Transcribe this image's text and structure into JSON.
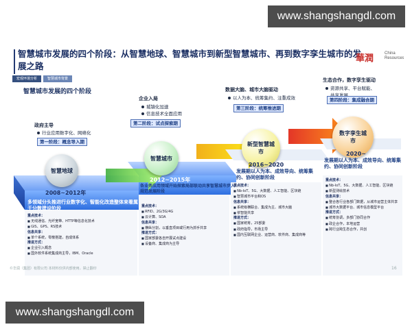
{
  "watermark": {
    "top": "www.shangshangdl.com",
    "bottom": "www.shangshangdl.com"
  },
  "slide": {
    "title": "智慧城市发展的四个阶段：从智慧地球、智慧城市到新型智慧城市、再到数字孪生城市的发展之路",
    "logo": {
      "mark": "華潤",
      "sub": "China Resources"
    },
    "breadcrumb": [
      "宏观环境分析",
      "智慧城市背景"
    ],
    "subtitle": "智慧城市发展的四个阶段",
    "stages": [
      {
        "intro_title": "政府主导",
        "intro_items": [
          "行业应用数字化、网络化"
        ],
        "label": "第一阶段：概念导入期",
        "circle": "智慧地球",
        "period": "2008~2012年",
        "summary": "多领域分头推进行业数字化、智能化改造整体来看属于分散建设阶段",
        "detail": [
          {
            "h": "重点技术："
          },
          {
            "i": "无线通信、光纤宽带、HTTP等信息化技术"
          },
          {
            "i": "GIS、GPS、RS技术"
          },
          {
            "h": "信息共享："
          },
          {
            "i": "单个系统，零散搭建，自成体系"
          },
          {
            "h": "推进方式："
          },
          {
            "i": "企业引入概念"
          },
          {
            "i": "国外软件系统集成商主导，IBM、Oracle"
          }
        ]
      },
      {
        "intro_title": "企业入局",
        "intro_items": [
          "城镇化加速",
          "信息技术全面应用"
        ],
        "label": "第二阶段：试点探索期",
        "circle": "智慧城市",
        "period": "2012~2015年",
        "summary": "各业务应用领域开始探索局部联动共享智慧城市步入规范发展阶段",
        "detail": [
          {
            "h": "重点技术："
          },
          {
            "i": "RFID、2G/3G/4G"
          },
          {
            "i": "云计算、SOA"
          },
          {
            "h": "信息共享："
          },
          {
            "i": "横纵分割，以垂直项目或行用为抓手共享"
          },
          {
            "h": "推进方式："
          },
          {
            "i": "国家部委各自开展试点建设"
          },
          {
            "i": "设备商、集成商为主导"
          }
        ]
      },
      {
        "intro_title": "数据大脑、城市大脑驱动",
        "intro_items": [
          "以人为本、统筹集约、注重成效"
        ],
        "label": "第三阶段：统筹推进期",
        "circle": "新型智慧城市",
        "period": "2016~2020",
        "summary": "发展期以人为本、成效导向、统筹集约、协同创新阶段",
        "detail": [
          {
            "h": "重点技术："
          },
          {
            "i": "Nb-IoT、5G、大数据、人工智能、区块链"
          },
          {
            "i": "智慧城市平台和OS"
          },
          {
            "h": "信息共享："
          },
          {
            "i": "系统级横联合、集成为主、城市大脑"
          },
          {
            "i": "依智能共享"
          },
          {
            "h": "推进方式："
          },
          {
            "i": "国家统筹，25部委"
          },
          {
            "i": "政府指导，市场主导"
          },
          {
            "i": "国内互联网企业、运营商、软件商、集成商等"
          }
        ]
      },
      {
        "intro_title": "生态合作，数字孪生驱动",
        "intro_items": [
          "资源共享、平台赋能、",
          "共享发展"
        ],
        "label": "第四阶段：集成融合期",
        "circle": "数字孪生城市",
        "period": "2020~",
        "summary": "发展期以人为本、成效导向、统筹集约、协同创新阶段",
        "detail": [
          {
            "h": "重点技术："
          },
          {
            "i": "Nb-IoT、5G、大数据、人工智能、区块链"
          },
          {
            "i": "新型测绘技术"
          },
          {
            "h": "信息共享："
          },
          {
            "i": "整合各行业各部门数据，从城市运营主体共享"
          },
          {
            "i": "城市大数据平台、城市信息模型平台"
          },
          {
            "h": "推进方式："
          },
          {
            "i": "统筹协调，多部门协同合作"
          },
          {
            "i": "政企合作，本地运营"
          },
          {
            "i": "跨行业跨生态合作，共创"
          }
        ]
      }
    ],
    "footer": "©华润（集团）有限公司 本材料仅供内部使用，禁止翻印",
    "page_number": "16"
  }
}
